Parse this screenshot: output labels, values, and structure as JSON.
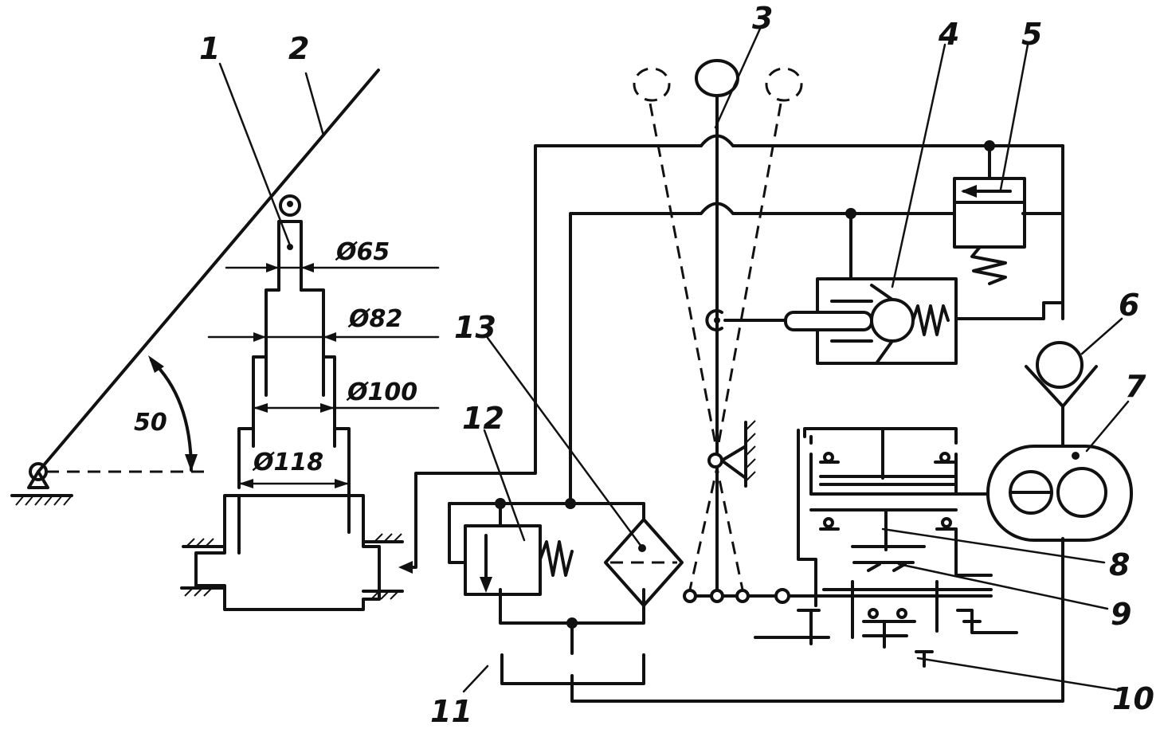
{
  "callouts": [
    "1",
    "2",
    "3",
    "4",
    "5",
    "6",
    "7",
    "8",
    "9",
    "10",
    "11",
    "12",
    "13"
  ],
  "dimensions": {
    "d65": "Ø65",
    "d82": "Ø82",
    "d100": "Ø100",
    "d118": "Ø118",
    "angle": "50"
  }
}
